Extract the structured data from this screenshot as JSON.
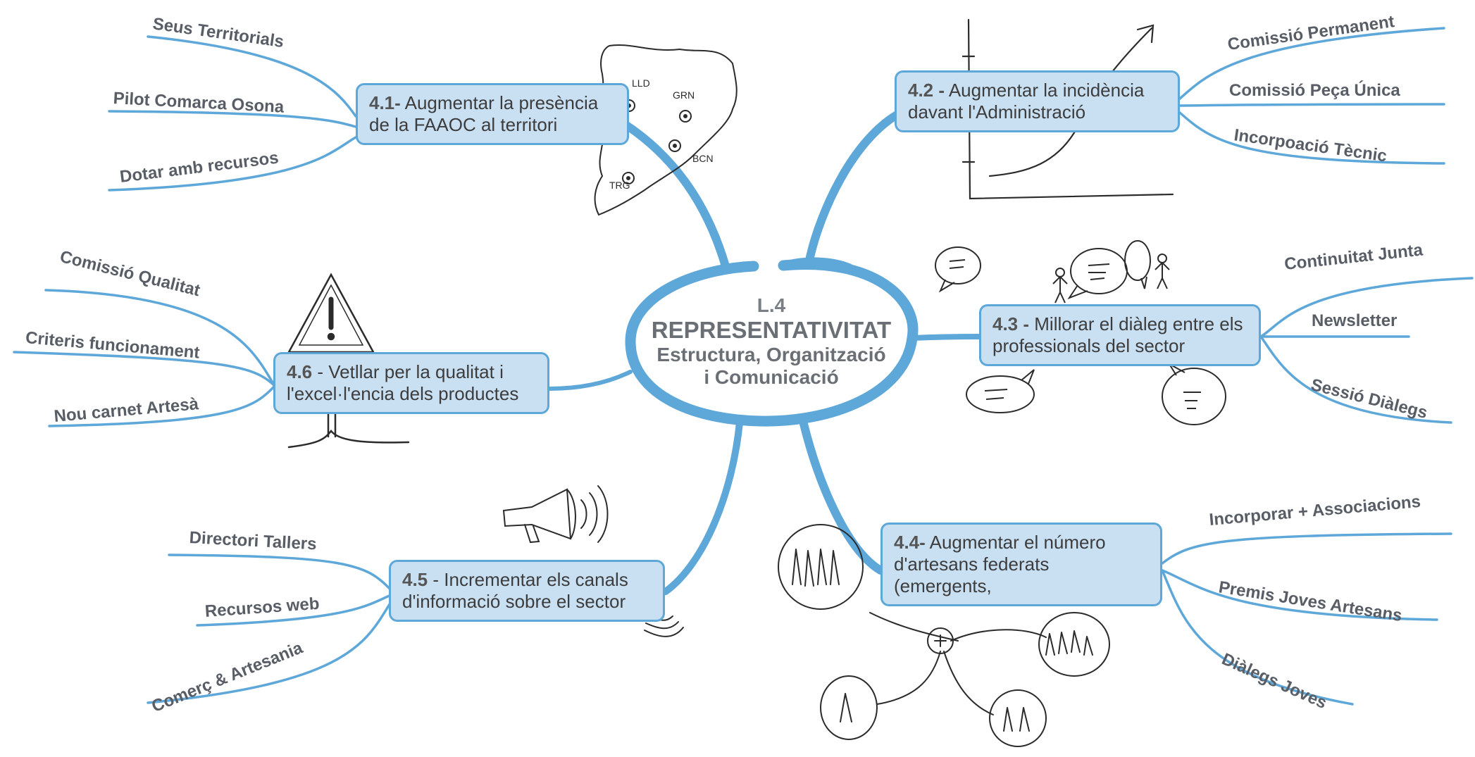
{
  "center": {
    "line1": "L.4",
    "line2": "REPRESENTATIVITAT",
    "line3": "Estructura, Organització",
    "line4": "i Comunicació"
  },
  "branches": [
    {
      "id": "b41",
      "number": "4.1-",
      "text": "Augmentar la presència de la FAAOC al territori",
      "leaves": [
        "Seus Territorials",
        "Pilot Comarca Osona",
        "Dotar amb recursos"
      ]
    },
    {
      "id": "b42",
      "number": "4.2 -",
      "text": "Augmentar la incidència davant l'Administració",
      "leaves": [
        "Comissió Permanent",
        "Comissió Peça Única",
        "Incorpoació Tècnic"
      ]
    },
    {
      "id": "b43",
      "number": "4.3 -",
      "text": "Millorar el diàleg entre els professionals del sector",
      "leaves": [
        "Continuitat Junta",
        "Newsletter",
        "Sessió Diàlegs"
      ]
    },
    {
      "id": "b44",
      "number": "4.4-",
      "text": "Augmentar el número d'artesans federats (emergents,",
      "leaves": [
        "Incorporar + Associacions",
        "Premis Joves Artesans",
        "Diàlegs Joves"
      ]
    },
    {
      "id": "b45",
      "number": "4.5",
      "text": "- Incrementar els canals d'informació sobre el sector",
      "leaves": [
        "Directori Tallers",
        "Recursos web",
        "Comerç & Artesania"
      ]
    },
    {
      "id": "b46",
      "number": "4.6",
      "text": "- Vetllar per la qualitat i l'excel·l'encia dels productes",
      "leaves": [
        "Comissió Qualitat",
        "Criteris funcionament",
        "Nou carnet Artesà"
      ]
    }
  ],
  "sketch_labels": {
    "map": [
      "LLD",
      "GRN",
      "BCN",
      "TRG"
    ]
  },
  "colors": {
    "line": "#5ea7d9",
    "node_fill": "#c9dff2",
    "node_border": "#5ea7d9",
    "text": "#3d3d3d",
    "leaf_text": "#585d66",
    "sketch": "#2b2b2b"
  }
}
